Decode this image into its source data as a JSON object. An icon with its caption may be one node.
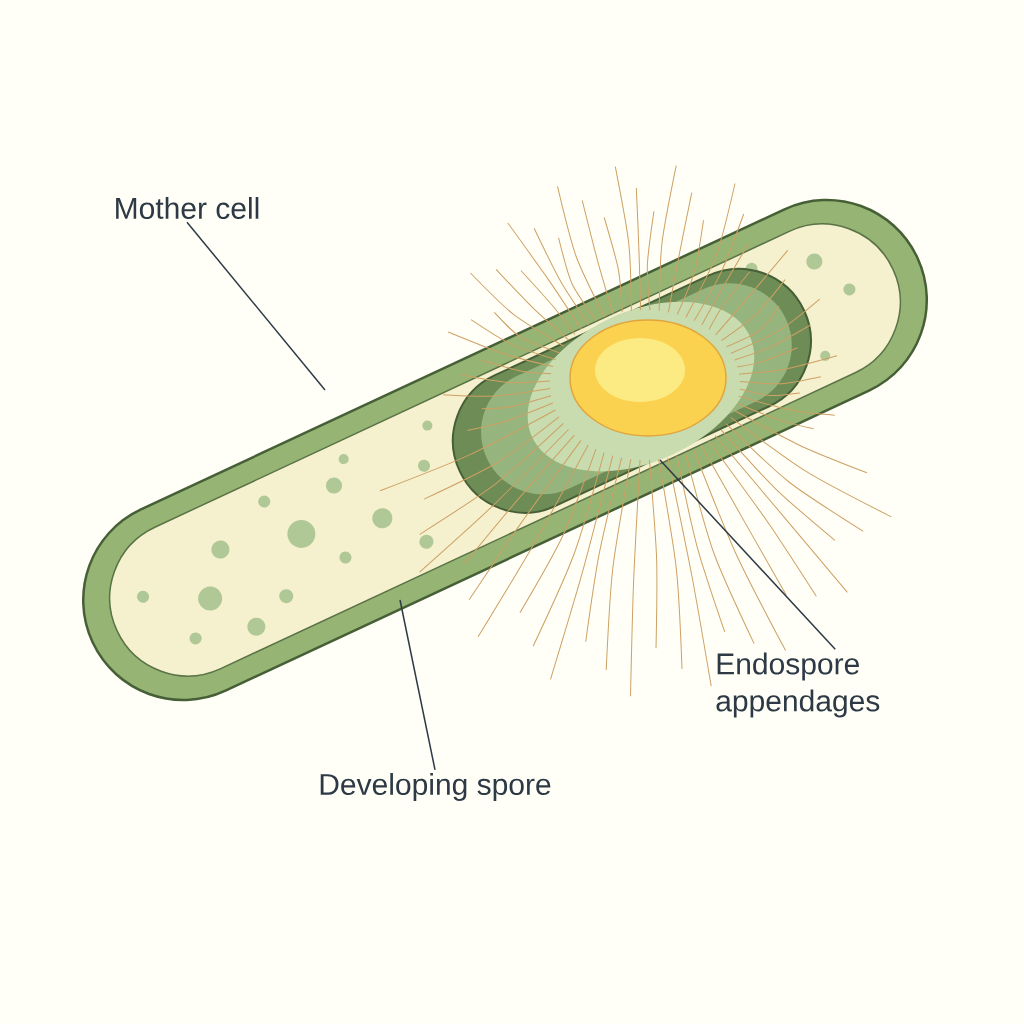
{
  "diagram": {
    "nodes": [
      {
        "text": [
          "Mother cell"
        ]
      },
      {
        "text": [
          "Endospore appendages"
        ]
      },
      {
        "text": [
          "Developing spore"
        ]
      }
    ],
    "edges": [
      {
        "from": 0,
        "to": null,
        "arrow": "none"
      },
      {
        "from": 1,
        "to": null,
        "arrow": "none"
      },
      {
        "from": 2,
        "to": null,
        "arrow": "none"
      }
    ]
  }
}
